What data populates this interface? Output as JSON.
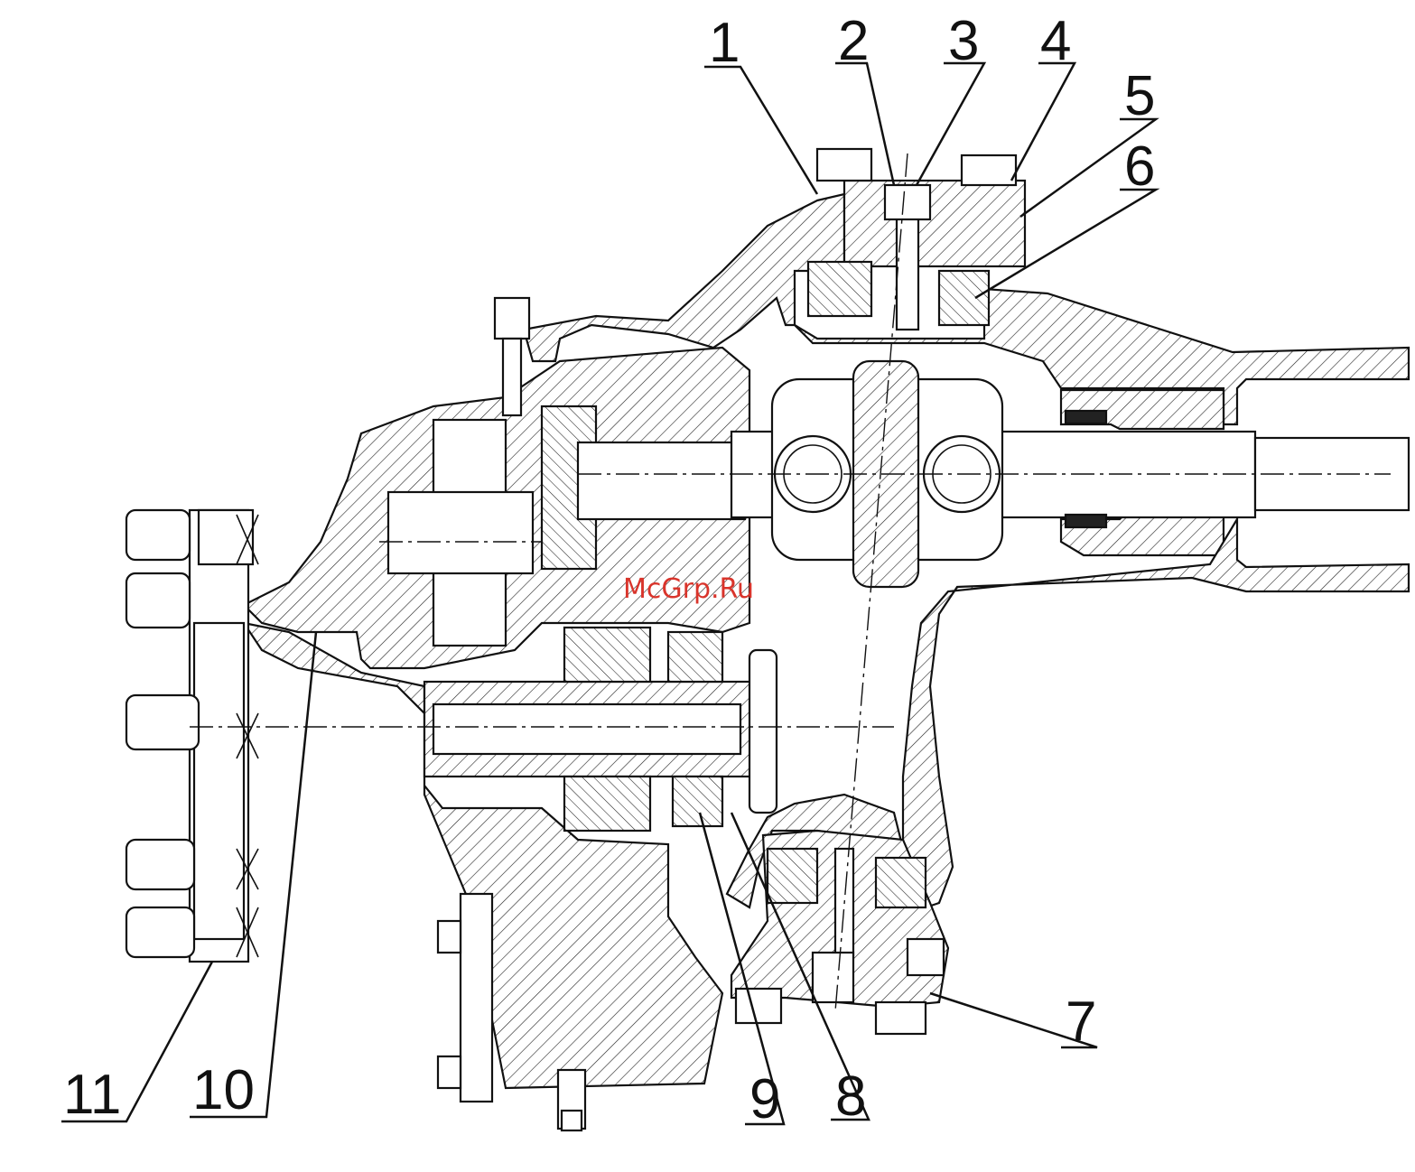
{
  "watermark": "McGrp.Ru",
  "callouts": [
    {
      "label": "1"
    },
    {
      "label": "2"
    },
    {
      "label": "3"
    },
    {
      "label": "4"
    },
    {
      "label": "5"
    },
    {
      "label": "6"
    },
    {
      "label": "7"
    },
    {
      "label": "8"
    },
    {
      "label": "9"
    },
    {
      "label": "10"
    },
    {
      "label": "11"
    }
  ]
}
